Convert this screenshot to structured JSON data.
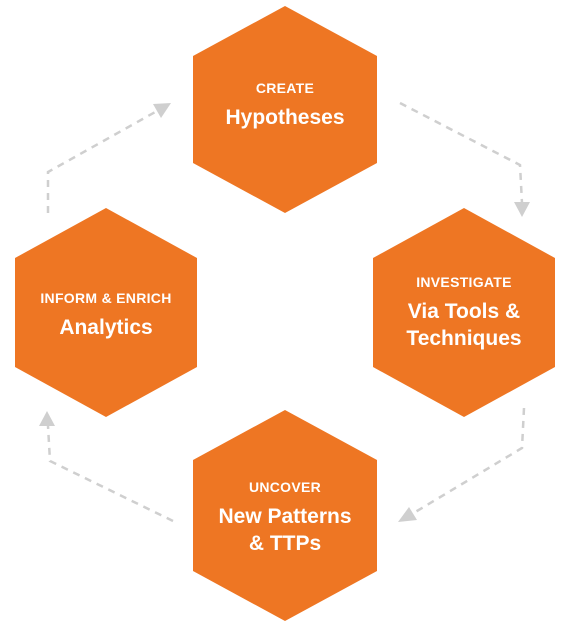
{
  "colors": {
    "hexagon": "#ee7623",
    "arrow": "#cfcfcf",
    "text": "#ffffff"
  },
  "stages": [
    {
      "id": "create",
      "small": "CREATE",
      "big_lines": [
        "Hypotheses"
      ]
    },
    {
      "id": "investigate",
      "small": "INVESTIGATE",
      "big_lines": [
        "Via Tools &",
        "Techniques"
      ]
    },
    {
      "id": "uncover",
      "small": "UNCOVER",
      "big_lines": [
        "New Patterns",
        "& TTPs"
      ]
    },
    {
      "id": "inform",
      "small": "INFORM & ENRICH",
      "big_lines": [
        "Analytics"
      ]
    }
  ]
}
